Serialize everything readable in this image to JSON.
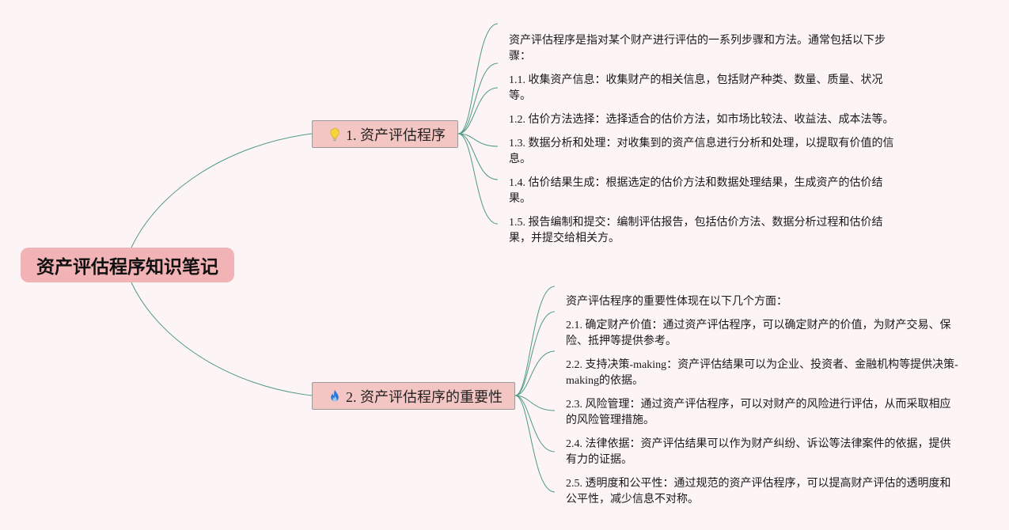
{
  "root": {
    "label": "资产评估程序知识笔记"
  },
  "branches": [
    {
      "label": "1. 资产评估程序",
      "icon": "lightbulb-icon",
      "leaves": [
        "资产评估程序是指对某个财产进行评估的一系列步骤和方法。通常包括以下步骤：",
        "1.1. 收集资产信息：收集财产的相关信息，包括财产种类、数量、质量、状况等。",
        "1.2. 估价方法选择：选择适合的估价方法，如市场比较法、收益法、成本法等。",
        "1.3. 数据分析和处理：对收集到的资产信息进行分析和处理，以提取有价值的信息。",
        "1.4. 估价结果生成：根据选定的估价方法和数据处理结果，生成资产的估价结果。",
        "1.5. 报告编制和提交：编制评估报告，包括估价方法、数据分析过程和估价结果，并提交给相关方。"
      ]
    },
    {
      "label": "2. 资产评估程序的重要性",
      "icon": "fire-icon",
      "leaves": [
        "资产评估程序的重要性体现在以下几个方面：",
        "2.1. 确定财产价值：通过资产评估程序，可以确定财产的价值，为财产交易、保险、抵押等提供参考。",
        "2.2. 支持决策-making：资产评估结果可以为企业、投资者、金融机构等提供决策-making的依据。",
        "2.3. 风险管理：通过资产评估程序，可以对财产的风险进行评估，从而采取相应的风险管理措施。",
        "2.4. 法律依据：资产评估结果可以作为财产纠纷、诉讼等法律案件的依据，提供有力的证据。",
        "2.5. 透明度和公平性：通过规范的资产评估程序，可以提高财产评估的透明度和公平性，减少信息不对称。"
      ]
    }
  ],
  "colors": {
    "background": "#fcf4f5",
    "root_fill": "#f1b3b5",
    "branch_fill": "#f4c6c3",
    "connector": "#4f9a86"
  }
}
